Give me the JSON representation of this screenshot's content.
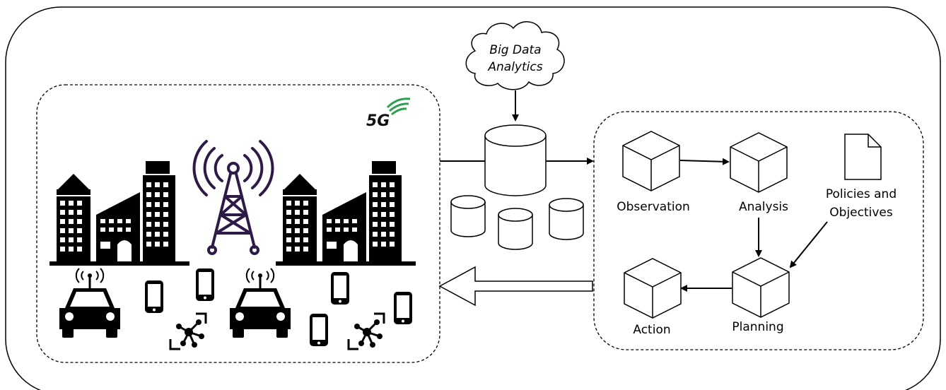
{
  "cloud": {
    "line1": "Big Data",
    "line2": "Analytics"
  },
  "network": {
    "logo": "5G"
  },
  "loop": {
    "observation": "Observation",
    "analysis": "Analysis",
    "planning": "Planning",
    "action": "Action",
    "policies_line1": "Policies and",
    "policies_line2": "Objectives"
  },
  "colors": {
    "tower": "#2e1a47",
    "logo_green": "#2e9e4f",
    "stroke": "#000000"
  }
}
